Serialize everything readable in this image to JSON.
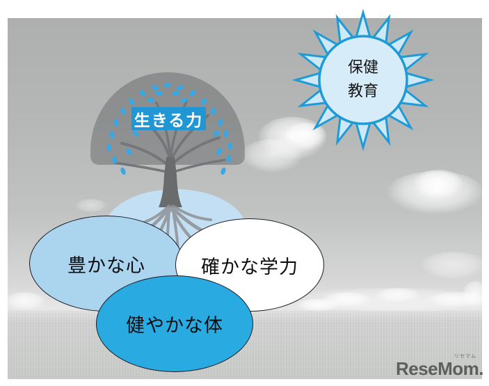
{
  "slide": {
    "sun_label": "保健\n教育",
    "tree_label": "生きる力",
    "ellipses": [
      {
        "id": "rich-heart",
        "label": "豊かな心"
      },
      {
        "id": "solid-academic-ability",
        "label": "確かな学力"
      },
      {
        "id": "healthy-body",
        "label": "健やかな体"
      }
    ]
  },
  "watermark": {
    "logo": "ReseMom.",
    "ruby": "リセマム"
  },
  "colors": {
    "accent_blue": "#29abe2",
    "light_blue": "#abd4ef",
    "pale_blue": "#c3dff4",
    "sun_fill": "#d6ecf9",
    "sun_border": "#1e9ad6",
    "label_bg": "#2196d5",
    "leaf_blue": "#38a8e5",
    "canopy_gray": "#8c8e8f",
    "trunk_gray": "#696b6d"
  }
}
